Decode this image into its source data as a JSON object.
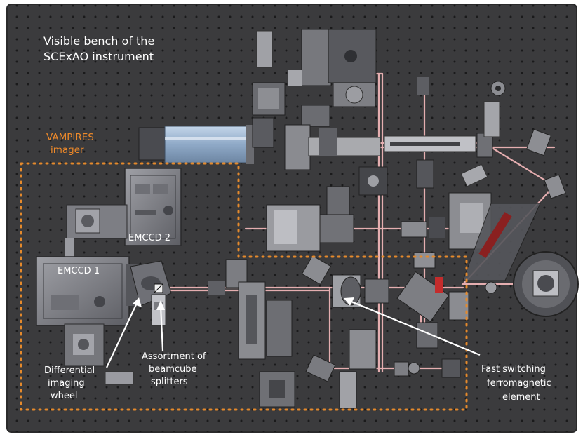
{
  "title": {
    "line1": "Visible bench of the",
    "line2": "SCExAO instrument"
  },
  "vampires": {
    "line1": "VAMPIRES",
    "line2": "imager"
  },
  "labels": {
    "emccd1": "EMCCD 1",
    "emccd2": "EMCCD 2"
  },
  "callouts": {
    "wheel": [
      "Differential",
      "imaging",
      "wheel"
    ],
    "cube": [
      "Assortment of",
      "beamcube",
      "splitters"
    ],
    "ferro": [
      "Fast switching",
      "ferromagnetic",
      "element"
    ]
  },
  "colors": {
    "bench": "#3b3b3d",
    "hole": "#1b1b1c",
    "beam": "#e5aeb0",
    "dotted": "#e58a2c",
    "orangeText": "#ef8a2a",
    "metal": "#8a8b90",
    "metalDark": "#55565b",
    "metalLight": "#b9bac0",
    "blueCam": "#9fb9d6"
  }
}
